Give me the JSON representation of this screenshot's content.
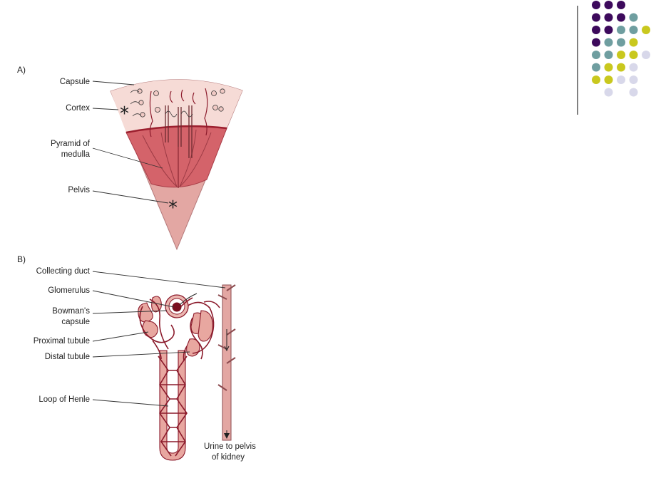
{
  "panel_a": {
    "letter": "A)",
    "labels": {
      "capsule": "Capsule",
      "cortex": "Cortex",
      "pyramid_line1": "Pyramid of",
      "pyramid_line2": "medulla",
      "pelvis": "Pelvis"
    },
    "marker": "*"
  },
  "panel_b": {
    "letter": "B)",
    "labels": {
      "collecting_duct": "Collecting duct",
      "glomerulus": "Glomerulus",
      "bowmans_line1": "Bowman's",
      "bowmans_line2": "capsule",
      "proximal_tubule": "Proximal tubule",
      "distal_tubule": "Distal tubule",
      "loop_of_henle": "Loop of Henle",
      "urine_line1": "Urine to pelvis",
      "urine_line2": "of kidney"
    }
  },
  "decoration": {
    "dot_colors": {
      "purple": "#3d0a5c",
      "teal": "#6f9ea0",
      "yellow": "#c9c81e",
      "lavender": "#d8d8ea"
    },
    "divider_color": "#000000"
  },
  "colors": {
    "cortex_fill": "#f6dbd6",
    "pyramid_fill": "#d4636a",
    "pelvis_fill": "#e3a7a3",
    "vessel": "#8b1a2b",
    "tubule": "#e8a7a0"
  }
}
